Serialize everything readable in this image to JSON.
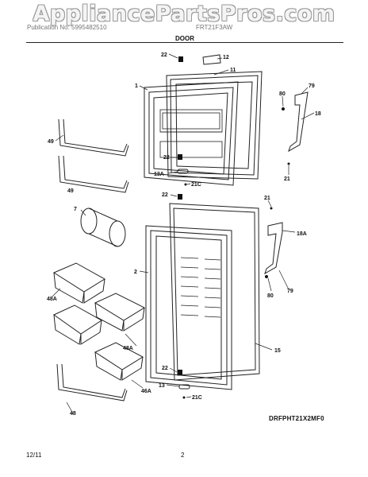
{
  "watermark": "AppliancePartsPros.com",
  "header": {
    "left": "Publication No: 5995482510",
    "right": "FRT21F3AW",
    "section": "DOOR"
  },
  "diagram_code": "DRFPHT21X2MF0",
  "footer": {
    "date": "12/11",
    "page": "2"
  },
  "callouts": [
    "22",
    "12",
    "11",
    "1",
    "79",
    "80",
    "18",
    "49",
    "49",
    "22",
    "13A",
    "21C",
    "21",
    "22",
    "21",
    "7",
    "18A",
    "2",
    "80",
    "79",
    "48A",
    "48A",
    "15",
    "22",
    "13",
    "46A",
    "21C",
    "48"
  ]
}
